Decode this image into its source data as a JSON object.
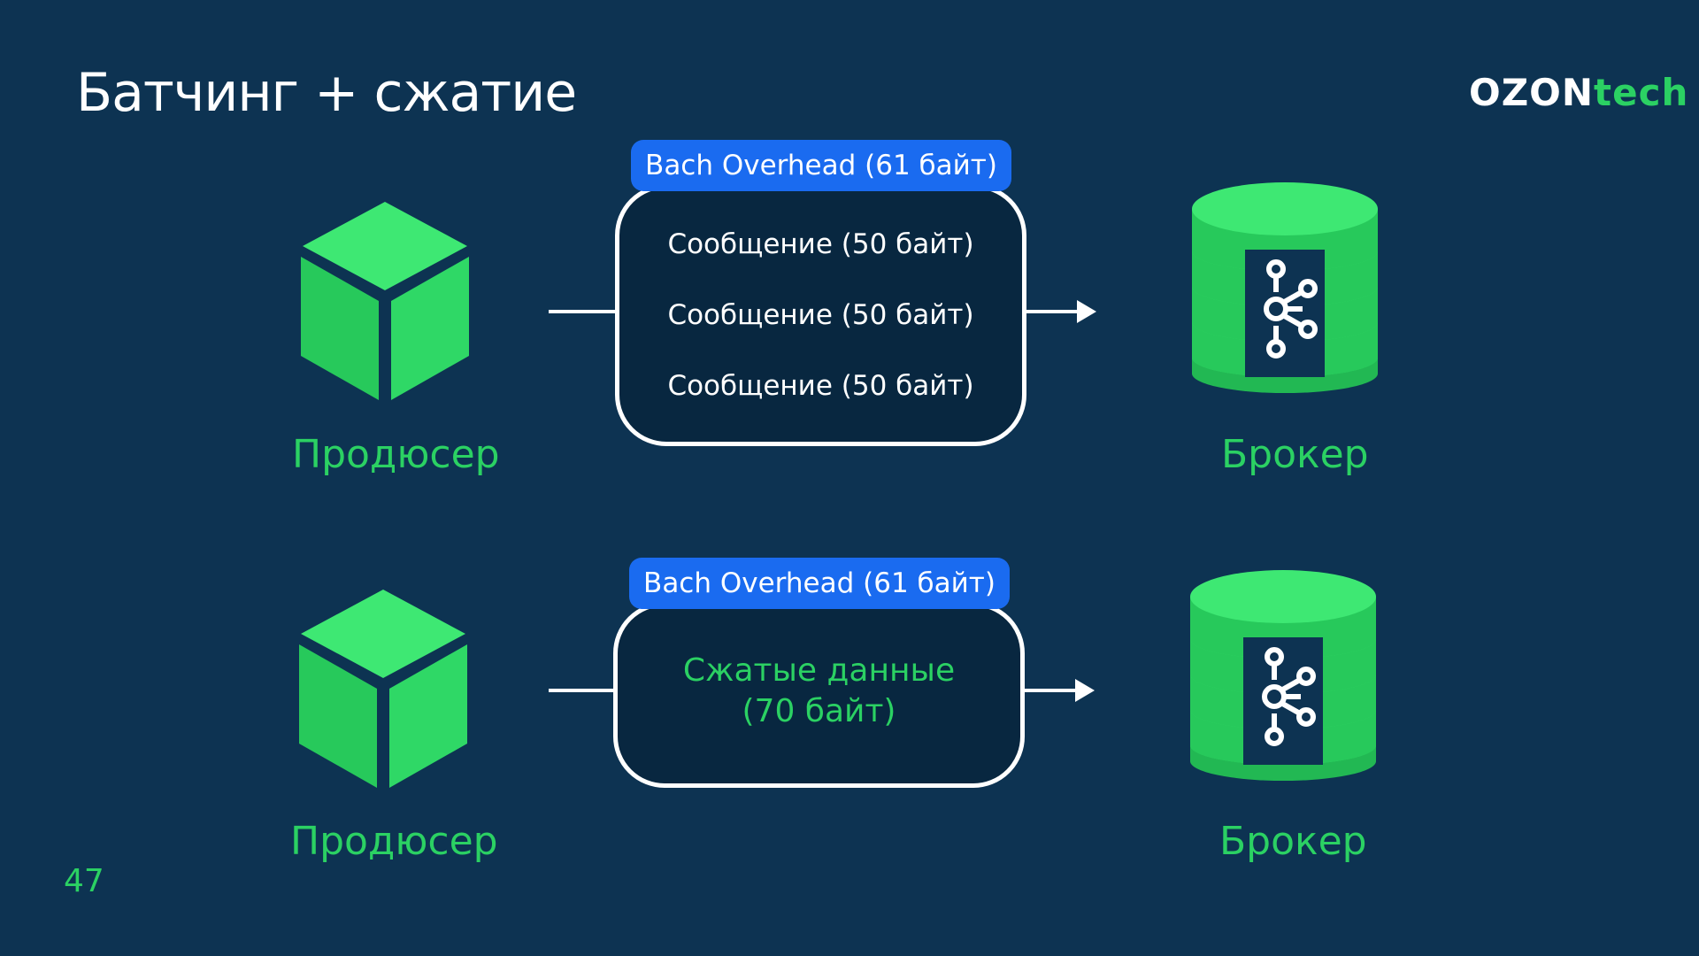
{
  "slide": {
    "title": "Батчинг + сжатие",
    "page_number": "47"
  },
  "logo": {
    "part1": "OZON",
    "part2": "tech"
  },
  "rows": [
    {
      "producer_label": "Продюсер",
      "broker_label": "Брокер",
      "overhead_label": "Bach Overhead (61 байт)",
      "messages": [
        "Сообщение (50 байт)",
        "Сообщение (50 байт)",
        "Сообщение (50 байт)"
      ]
    },
    {
      "producer_label": "Продюсер",
      "broker_label": "Брокер",
      "overhead_label": "Bach Overhead (61 байт)",
      "compressed_line1": "Сжатые данные",
      "compressed_line2": "(70 байт)"
    }
  ],
  "colors": {
    "background": "#0d3352",
    "accent_green": "#2bd163",
    "badge_blue": "#1a6bf0",
    "box_fill": "#082740"
  },
  "icons": {
    "producer": "green-cube-icon",
    "broker": "kafka-database-icon"
  }
}
